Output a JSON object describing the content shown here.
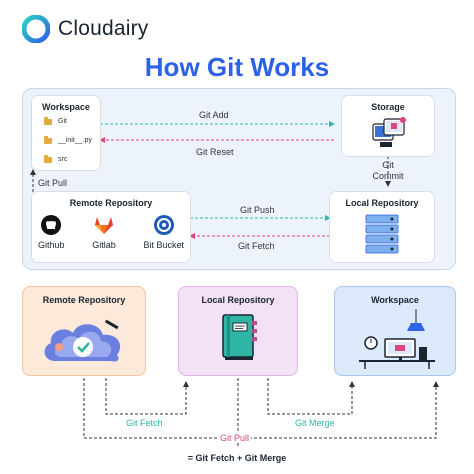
{
  "brand": {
    "name": "Cloudairy"
  },
  "title": "How Git Works",
  "top": {
    "workspace": {
      "title": "Workspace",
      "files": [
        "Git",
        "__init__.py",
        "src"
      ]
    },
    "storage": {
      "title": "Storage"
    },
    "remote": {
      "title": "Remote Repository",
      "items": [
        "Github",
        "Gitlab",
        "Bit Bucket"
      ]
    },
    "local": {
      "title": "Local Repository"
    },
    "arrows": {
      "git_add": "Git Add",
      "git_reset": "Git Reset",
      "git_commit": "Git\nCommit",
      "git_pull": "Git Pull",
      "git_push": "Git Push",
      "git_fetch": "Git Fetch"
    }
  },
  "bottom": {
    "remote": {
      "title": "Remote Repository"
    },
    "local": {
      "title": "Local Repository"
    },
    "workspace": {
      "title": "Workspace"
    },
    "labels": {
      "git_fetch": "Git Fetch",
      "git_merge": "Git Merge",
      "git_pull": "Git Pull"
    },
    "footer": "= Git Fetch + Git Merge"
  },
  "colors": {
    "accent_blue": "#2b62e8",
    "teal": "#2fb5a5",
    "pink": "#d9477a",
    "dark": "#1b2530"
  }
}
